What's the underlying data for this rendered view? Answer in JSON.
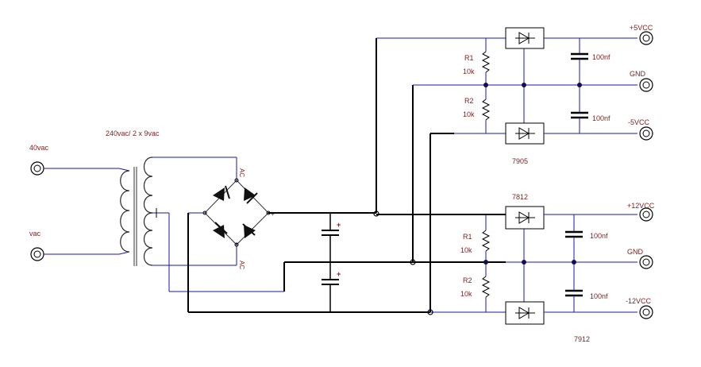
{
  "transformer": {
    "label": "240vac/ 2 x 9vac"
  },
  "inputs": [
    {
      "label": "40vac"
    },
    {
      "label": "vac"
    }
  ],
  "bridge": {
    "ac_top": "AC",
    "ac_bottom": "AC",
    "minus": "-",
    "plus": "+"
  },
  "reservoir_caps": {
    "plus_top": "+",
    "plus_bottom": "+"
  },
  "regulator_5v": {
    "part_number": "7905",
    "r1_label": "R1",
    "r1_value": "10k",
    "r2_label": "R2",
    "r2_value": "10k",
    "cap_top_value": "100nf",
    "cap_bottom_value": "100nf",
    "out_pos": "+5VCC",
    "out_gnd": "GND",
    "out_neg": "-5VCC"
  },
  "regulator_12v": {
    "part_number_top": "7812",
    "part_number_bottom": "7912",
    "r1_label": "R1",
    "r1_value": "10k",
    "r2_label": "R2",
    "r2_value": "10k",
    "cap_top_value": "100nf",
    "cap_bottom_value": "100nf",
    "out_pos": "+12VCC",
    "out_gnd": "GND",
    "out_neg": "-12VCC"
  },
  "colors": {
    "label": "#7a1f1f",
    "signal_wire": "#1a1aa8",
    "power_wire": "#000000"
  }
}
